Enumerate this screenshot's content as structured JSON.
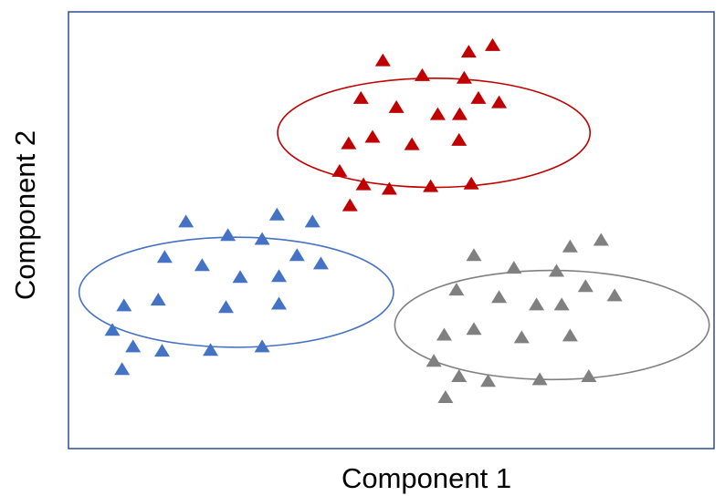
{
  "chart_data": {
    "type": "scatter",
    "title": "",
    "xlabel": "Component 1",
    "ylabel": "Component 2",
    "xlim": [
      0,
      100
    ],
    "ylim": [
      0,
      100
    ],
    "grid": false,
    "legend": "none",
    "marker": "triangle",
    "series": [
      {
        "color": "#C00000",
        "ellipse": {
          "cx": 56.6,
          "cy": 72.3,
          "rx": 48.4,
          "ry": 25.0
        },
        "points": [
          [
            48.7,
            88.8
          ],
          [
            54.8,
            85.4
          ],
          [
            61.3,
            84.8
          ],
          [
            62.0,
            90.8
          ],
          [
            65.7,
            92.3
          ],
          [
            45.3,
            80.2
          ],
          [
            50.8,
            78.1
          ],
          [
            57.2,
            76.5
          ],
          [
            60.6,
            76.5
          ],
          [
            63.5,
            80.2
          ],
          [
            66.7,
            79.2
          ],
          [
            43.4,
            69.8
          ],
          [
            47.1,
            71.3
          ],
          [
            53.2,
            69.6
          ],
          [
            60.5,
            70.6
          ],
          [
            42.0,
            63.5
          ],
          [
            45.7,
            60.4
          ],
          [
            49.7,
            59.4
          ],
          [
            56.1,
            60.0
          ],
          [
            62.4,
            60.6
          ],
          [
            43.6,
            55.6
          ]
        ]
      },
      {
        "color": "#4472C4",
        "ellipse": {
          "cx": 26.0,
          "cy": 35.8,
          "rx": 48.7,
          "ry": 25.2
        },
        "points": [
          [
            18.2,
            51.9
          ],
          [
            24.7,
            48.8
          ],
          [
            32.3,
            53.5
          ],
          [
            37.8,
            51.9
          ],
          [
            14.9,
            43.8
          ],
          [
            20.7,
            41.9
          ],
          [
            30.0,
            47.9
          ],
          [
            35.4,
            44.2
          ],
          [
            39.1,
            42.3
          ],
          [
            26.6,
            39.2
          ],
          [
            32.6,
            39.4
          ],
          [
            8.6,
            32.7
          ],
          [
            13.9,
            34.0
          ],
          [
            24.4,
            32.3
          ],
          [
            32.6,
            33.1
          ],
          [
            6.8,
            27.1
          ],
          [
            10.0,
            23.3
          ],
          [
            14.5,
            22.3
          ],
          [
            22.0,
            22.5
          ],
          [
            30.0,
            23.3
          ],
          [
            8.3,
            18.1
          ]
        ]
      },
      {
        "color": "#808080",
        "ellipse": {
          "cx": 74.9,
          "cy": 28.3,
          "rx": 48.7,
          "ry": 25.0
        },
        "points": [
          [
            62.8,
            44.2
          ],
          [
            77.7,
            46.2
          ],
          [
            82.5,
            47.7
          ],
          [
            69.0,
            41.3
          ],
          [
            75.6,
            40.6
          ],
          [
            60.1,
            36.3
          ],
          [
            66.7,
            34.6
          ],
          [
            72.5,
            32.9
          ],
          [
            76.4,
            32.9
          ],
          [
            80.1,
            37.1
          ],
          [
            84.6,
            35.0
          ],
          [
            58.2,
            26.0
          ],
          [
            62.8,
            27.3
          ],
          [
            70.2,
            25.4
          ],
          [
            77.7,
            25.8
          ],
          [
            56.6,
            20.0
          ],
          [
            60.5,
            16.5
          ],
          [
            65.0,
            15.4
          ],
          [
            73.0,
            15.8
          ],
          [
            80.6,
            16.5
          ],
          [
            58.4,
            11.7
          ]
        ]
      }
    ]
  }
}
